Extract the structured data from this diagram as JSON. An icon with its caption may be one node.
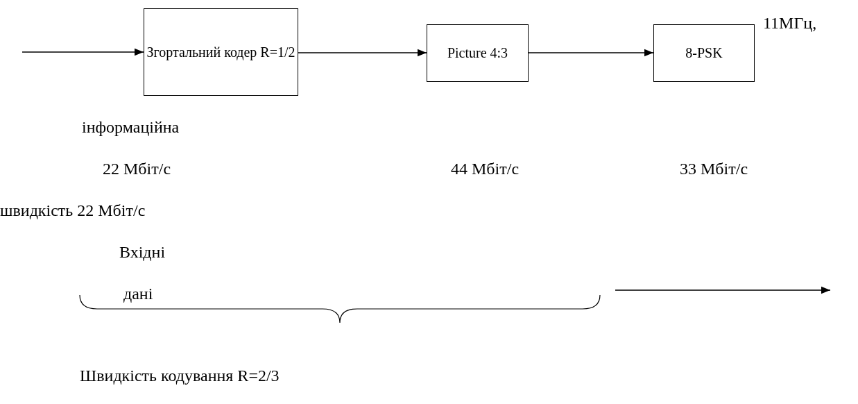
{
  "diagram": {
    "nodes": [
      {
        "text": [
          "Згортальний кодер R=1/2"
        ]
      },
      {
        "text": [
          "Picture 4:3"
        ]
      },
      {
        "text": [
          "8-PSK"
        ]
      }
    ],
    "edges": [
      {
        "from": null,
        "to": 0,
        "arrow": "to"
      },
      {
        "from": 0,
        "to": 1,
        "arrow": "to"
      },
      {
        "from": 1,
        "to": 2,
        "arrow": "to"
      }
    ],
    "labels": [
      "11МГц,",
      "інформаційна",
      "22 Мбіт/с",
      "44 Мбіт/с",
      "33 Мбіт/с",
      "швидкість 22 Мбіт/с",
      "Вхідні",
      "дані",
      "Швидкість кодування R=2/3"
    ]
  }
}
